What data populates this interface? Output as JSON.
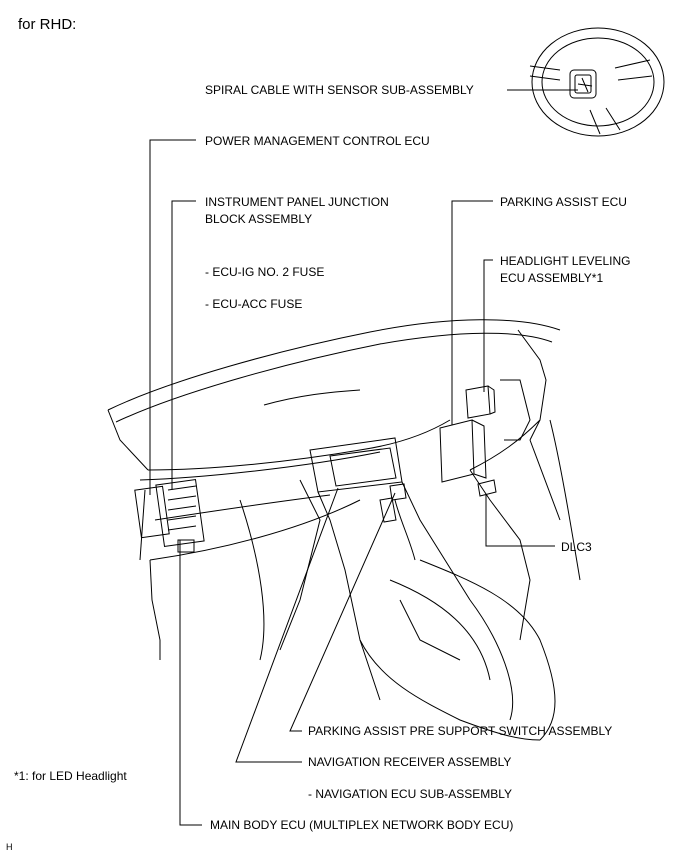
{
  "header": {
    "region": "for RHD:"
  },
  "labels": {
    "spiral_cable": "SPIRAL CABLE WITH SENSOR SUB-ASSEMBLY",
    "power_mgmt": "POWER MANAGEMENT CONTROL ECU",
    "ip_jb_line1": "INSTRUMENT PANEL JUNCTION",
    "ip_jb_line2": "BLOCK ASSEMBLY",
    "ecu_ig_fuse": "- ECU-IG NO. 2 FUSE",
    "ecu_acc_fuse": "- ECU-ACC FUSE",
    "parking_assist_ecu": "PARKING ASSIST ECU",
    "headlight_line1": "HEADLIGHT LEVELING",
    "headlight_line2": "ECU ASSEMBLY*1",
    "dlc3": "DLC3",
    "pa_switch": "PARKING ASSIST PRE SUPPORT SWITCH ASSEMBLY",
    "nav_receiver": "NAVIGATION RECEIVER ASSEMBLY",
    "nav_ecu": "- NAVIGATION ECU SUB-ASSEMBLY",
    "main_body": "MAIN BODY ECU (MULTIPLEX NETWORK BODY ECU)"
  },
  "footnote": "*1: for LED Headlight",
  "corner_code": "H"
}
